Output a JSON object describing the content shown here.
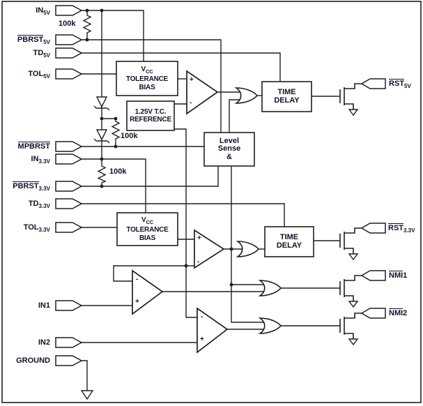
{
  "colors": {
    "wire": "#1e1e1e",
    "text": "#10102a",
    "background": "#ffffff"
  },
  "inputs": [
    {
      "base": "IN",
      "sub": "5V",
      "overline": false
    },
    {
      "base": "PBRST",
      "sub": "5V",
      "overline": true
    },
    {
      "base": "TD",
      "sub": "5V",
      "overline": false
    },
    {
      "base": "TOL",
      "sub": "5V",
      "overline": false
    },
    {
      "base": "MPBRST",
      "sub": "",
      "overline": true
    },
    {
      "base": "IN",
      "sub": "3.3V",
      "overline": false
    },
    {
      "base": "PBRST",
      "sub": "3.3V",
      "overline": true
    },
    {
      "base": "TD",
      "sub": "3.3V",
      "overline": false
    },
    {
      "base": "TOL",
      "sub": "3.3V",
      "overline": false
    },
    {
      "base": "IN1",
      "sub": "",
      "overline": false
    },
    {
      "base": "IN2",
      "sub": "",
      "overline": false
    },
    {
      "base": "GROUND",
      "sub": "",
      "overline": false
    }
  ],
  "outputs": [
    {
      "base": "RST",
      "sub": "5V",
      "suffix": "",
      "overline": true
    },
    {
      "base": "RST",
      "sub": "3.3V",
      "suffix": "",
      "overline": true
    },
    {
      "base": "NMI",
      "sub": "",
      "suffix": "1",
      "overline": true
    },
    {
      "base": "NMI",
      "sub": "",
      "suffix": "2",
      "overline": true
    }
  ],
  "resistor_labels": [
    "100k",
    "100k",
    "100k"
  ],
  "blocks": {
    "vcc_bias_top": {
      "v": "V",
      "v_sub": "CC",
      "line2": "TOLERANCE",
      "line3": "BIAS"
    },
    "reference": {
      "line1": "1.25V T.C.",
      "line2": "REFERENCE"
    },
    "level_sense": {
      "line1": "Level",
      "line2": "Sense",
      "line3": "&"
    },
    "time_delay_top": {
      "line1": "TIME",
      "line2": "DELAY"
    },
    "vcc_bias_bottom": {
      "v": "V",
      "v_sub": "CC",
      "line2": "TOLERANCE",
      "line3": "BIAS"
    },
    "time_delay_bottom": {
      "line1": "TIME",
      "line2": "DELAY"
    }
  },
  "marks": {
    "plus": "+",
    "minus": "-"
  }
}
